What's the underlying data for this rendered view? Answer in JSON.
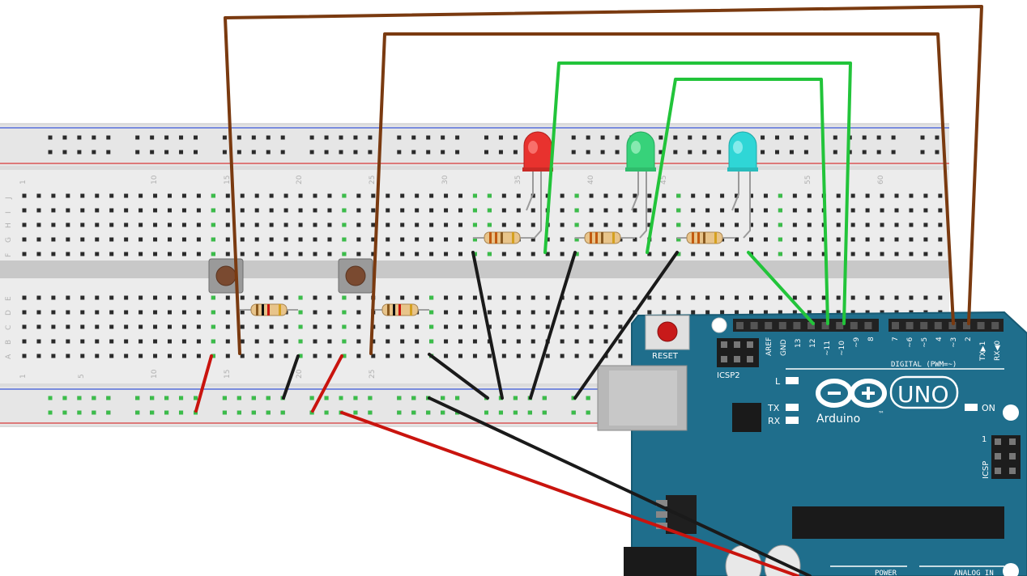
{
  "breadboard": {
    "column_numbers_top": [
      "1",
      "10",
      "15",
      "20",
      "25",
      "30",
      "35",
      "40",
      "45",
      "55",
      "60"
    ],
    "column_numbers_bottom": [
      "1",
      "5",
      "10",
      "15",
      "20",
      "25"
    ],
    "row_letters_top": [
      "J",
      "I",
      "H",
      "G",
      "F"
    ],
    "row_letters_bottom": [
      "E",
      "D",
      "C",
      "B",
      "A"
    ]
  },
  "components": {
    "leds": [
      {
        "name": "red-led",
        "color": "#e8322e"
      },
      {
        "name": "green-led",
        "color": "#37d27a"
      },
      {
        "name": "cyan-led",
        "color": "#2fd6d6"
      }
    ],
    "pushbuttons": [
      "button-1",
      "button-2"
    ]
  },
  "arduino": {
    "brand": "Arduino",
    "trademark": "™",
    "model": "UNO",
    "reset_label": "RESET",
    "icsp2_label": "ICSP2",
    "icsp_label": "ICSP",
    "icsp_pin1": "1",
    "l_label": "L",
    "tx_label": "TX",
    "rx_label": "RX",
    "on_label": "ON",
    "digital_label": "DIGITAL (PWM=~)",
    "power_label": "POWER",
    "analog_label": "ANALOG IN",
    "aref_label": "AREF",
    "gnd_label": "GND",
    "pin_labels": [
      "13",
      "12",
      "~11",
      "~10",
      "~9",
      "8",
      "7",
      "~6",
      "~5",
      "4",
      "~3",
      "2",
      "TX▶1",
      "RX◀0"
    ],
    "board_color": "#1f6e8c"
  },
  "wire_colors": {
    "brown": "#7a3a10",
    "green": "#22c43a",
    "red": "#c9140e",
    "black": "#1a1a1a"
  }
}
